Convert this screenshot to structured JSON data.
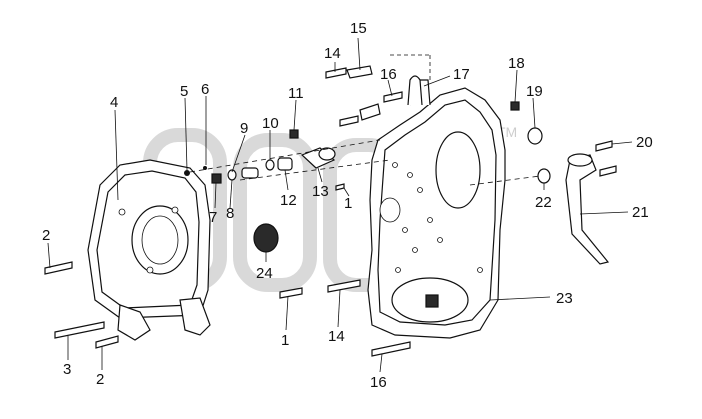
{
  "callouts": [
    {
      "id": "c1a",
      "label": "1"
    },
    {
      "id": "c1b",
      "label": "1"
    },
    {
      "id": "c2a",
      "label": "2"
    },
    {
      "id": "c2b",
      "label": "2"
    },
    {
      "id": "c3",
      "label": "3"
    },
    {
      "id": "c4",
      "label": "4"
    },
    {
      "id": "c5",
      "label": "5"
    },
    {
      "id": "c6",
      "label": "6"
    },
    {
      "id": "c7",
      "label": "7"
    },
    {
      "id": "c8",
      "label": "8"
    },
    {
      "id": "c9",
      "label": "9"
    },
    {
      "id": "c10",
      "label": "10"
    },
    {
      "id": "c11",
      "label": "11"
    },
    {
      "id": "c12",
      "label": "12"
    },
    {
      "id": "c13",
      "label": "13"
    },
    {
      "id": "c14a",
      "label": "14"
    },
    {
      "id": "c14b",
      "label": "14"
    },
    {
      "id": "c15",
      "label": "15"
    },
    {
      "id": "c16a",
      "label": "16"
    },
    {
      "id": "c16b",
      "label": "16"
    },
    {
      "id": "c17",
      "label": "17"
    },
    {
      "id": "c18",
      "label": "18"
    },
    {
      "id": "c19",
      "label": "19"
    },
    {
      "id": "c20",
      "label": "20"
    },
    {
      "id": "c21",
      "label": "21"
    },
    {
      "id": "c22",
      "label": "22"
    },
    {
      "id": "c23",
      "label": "23"
    },
    {
      "id": "c24",
      "label": "24"
    }
  ],
  "watermark": {
    "trademark": "TM"
  },
  "colors": {
    "line": "#111111",
    "watermark": "#b9b9b9",
    "background": "#ffffff"
  }
}
